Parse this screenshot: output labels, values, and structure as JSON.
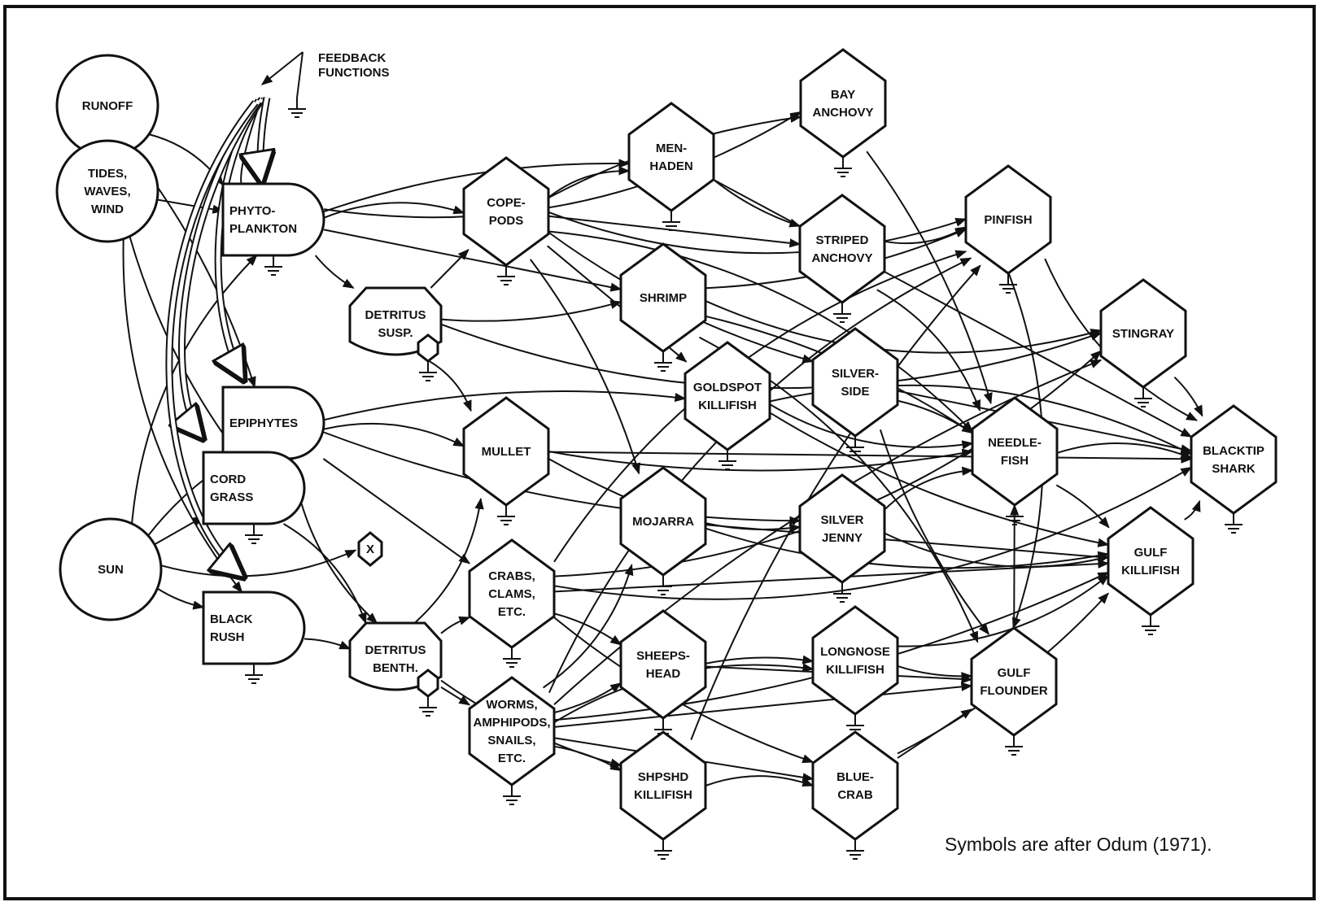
{
  "feedback_label": [
    "FEEDBACK",
    "FUNCTIONS"
  ],
  "caption": "Symbols are after Odum (1971).",
  "nodes": [
    {
      "id": "runoff",
      "shape": "circle",
      "lines": [
        "RUNOFF"
      ]
    },
    {
      "id": "tides",
      "shape": "circle",
      "lines": [
        "TIDES,",
        "WAVES,",
        "WIND"
      ]
    },
    {
      "id": "sun",
      "shape": "circle",
      "lines": [
        "SUN"
      ]
    },
    {
      "id": "phytoplankton",
      "shape": "producer",
      "lines": [
        "PHYTO-",
        "PLANKTON"
      ]
    },
    {
      "id": "epiphytes",
      "shape": "producer",
      "lines": [
        "EPIPHYTES"
      ]
    },
    {
      "id": "cordgrass",
      "shape": "producer",
      "lines": [
        "CORD",
        "GRASS"
      ]
    },
    {
      "id": "blackrush",
      "shape": "producer",
      "lines": [
        "BLACK",
        "RUSH"
      ]
    },
    {
      "id": "detritus_susp",
      "shape": "storage",
      "lines": [
        "DETRITUS",
        "SUSP."
      ]
    },
    {
      "id": "detritus_benth",
      "shape": "storage",
      "lines": [
        "DETRITUS",
        "BENTH."
      ]
    },
    {
      "id": "multiplier",
      "shape": "small-hex",
      "lines": [
        "X"
      ]
    },
    {
      "id": "copepods",
      "shape": "hex",
      "lines": [
        "COPE-",
        "PODS"
      ]
    },
    {
      "id": "menhaden",
      "shape": "hex",
      "lines": [
        "MEN-",
        "HADEN"
      ]
    },
    {
      "id": "bayanchovy",
      "shape": "hex",
      "lines": [
        "BAY",
        "ANCHOVY"
      ]
    },
    {
      "id": "shrimp",
      "shape": "hex",
      "lines": [
        "SHRIMP"
      ]
    },
    {
      "id": "stripedanchovy",
      "shape": "hex",
      "lines": [
        "STRIPED",
        "ANCHOVY"
      ]
    },
    {
      "id": "pinfish",
      "shape": "hex",
      "lines": [
        "PINFISH"
      ]
    },
    {
      "id": "stingray",
      "shape": "hex",
      "lines": [
        "STINGRAY"
      ]
    },
    {
      "id": "mullet",
      "shape": "hex",
      "lines": [
        "MULLET"
      ]
    },
    {
      "id": "goldspot",
      "shape": "hex",
      "lines": [
        "GOLDSPOT",
        "KILLIFISH"
      ]
    },
    {
      "id": "silverside",
      "shape": "hex",
      "lines": [
        "SILVER-",
        "SIDE"
      ]
    },
    {
      "id": "needlefish",
      "shape": "hex",
      "lines": [
        "NEEDLE-",
        "FISH"
      ]
    },
    {
      "id": "blacktip",
      "shape": "hex",
      "lines": [
        "BLACKTIP",
        "SHARK"
      ]
    },
    {
      "id": "mojarra",
      "shape": "hex",
      "lines": [
        "MOJARRA"
      ]
    },
    {
      "id": "silverjenny",
      "shape": "hex",
      "lines": [
        "SILVER",
        "JENNY"
      ]
    },
    {
      "id": "gulfkillifish",
      "shape": "hex",
      "lines": [
        "GULF",
        "KILLIFISH"
      ]
    },
    {
      "id": "crabs",
      "shape": "hex",
      "lines": [
        "CRABS,",
        "CLAMS,",
        "ETC."
      ]
    },
    {
      "id": "sheepshead",
      "shape": "hex",
      "lines": [
        "SHEEPS-",
        "HEAD"
      ]
    },
    {
      "id": "longnose",
      "shape": "hex",
      "lines": [
        "LONGNOSE",
        "KILLIFISH"
      ]
    },
    {
      "id": "gulfflounder",
      "shape": "hex",
      "lines": [
        "GULF",
        "FLOUNDER"
      ]
    },
    {
      "id": "worms",
      "shape": "hex",
      "lines": [
        "WORMS,",
        "AMPHIPODS,",
        "SNAILS,",
        "ETC."
      ]
    },
    {
      "id": "shpshd",
      "shape": "hex",
      "lines": [
        "SHPSHD",
        "KILLIFISH"
      ]
    },
    {
      "id": "bluecrab",
      "shape": "hex",
      "lines": [
        "BLUE-",
        "CRAB"
      ]
    }
  ],
  "edges": [
    [
      "runoff",
      "phytoplankton"
    ],
    [
      "runoff",
      "epiphytes"
    ],
    [
      "tides",
      "phytoplankton"
    ],
    [
      "tides",
      "cordgrass"
    ],
    [
      "tides",
      "blackrush"
    ],
    [
      "sun",
      "phytoplankton"
    ],
    [
      "sun",
      "epiphytes"
    ],
    [
      "sun",
      "cordgrass"
    ],
    [
      "sun",
      "blackrush"
    ],
    [
      "sun",
      "multiplier"
    ],
    [
      "phytoplankton",
      "copepods"
    ],
    [
      "phytoplankton",
      "menhaden"
    ],
    [
      "phytoplankton",
      "shrimp"
    ],
    [
      "phytoplankton",
      "detritus_susp"
    ],
    [
      "phytoplankton",
      "bayanchovy"
    ],
    [
      "epiphytes",
      "mullet"
    ],
    [
      "epiphytes",
      "goldspot"
    ],
    [
      "epiphytes",
      "crabs"
    ],
    [
      "epiphytes",
      "silverjenny"
    ],
    [
      "epiphytes",
      "detritus_benth"
    ],
    [
      "cordgrass",
      "detritus_benth"
    ],
    [
      "blackrush",
      "detritus_benth"
    ],
    [
      "detritus_susp",
      "copepods"
    ],
    [
      "detritus_susp",
      "shrimp"
    ],
    [
      "detritus_susp",
      "stingray"
    ],
    [
      "detritus_susp",
      "mullet"
    ],
    [
      "detritus_benth",
      "crabs"
    ],
    [
      "detritus_benth",
      "worms"
    ],
    [
      "detritus_benth",
      "shpshd"
    ],
    [
      "detritus_benth",
      "mullet"
    ],
    [
      "copepods",
      "menhaden"
    ],
    [
      "copepods",
      "bayanchovy"
    ],
    [
      "copepods",
      "stripedanchovy"
    ],
    [
      "copepods",
      "silverside"
    ],
    [
      "copepods",
      "pinfish"
    ],
    [
      "copepods",
      "needlefish"
    ],
    [
      "copepods",
      "mojarra"
    ],
    [
      "copepods",
      "goldspot"
    ],
    [
      "shrimp",
      "pinfish"
    ],
    [
      "shrimp",
      "stingray"
    ],
    [
      "shrimp",
      "gulfflounder"
    ],
    [
      "shrimp",
      "needlefish"
    ],
    [
      "mullet",
      "blacktip"
    ],
    [
      "mullet",
      "needlefish"
    ],
    [
      "crabs",
      "stingray"
    ],
    [
      "crabs",
      "pinfish"
    ],
    [
      "crabs",
      "sheepshead"
    ],
    [
      "crabs",
      "gulfkillifish"
    ],
    [
      "crabs",
      "bluecrab"
    ],
    [
      "crabs",
      "blacktip"
    ],
    [
      "worms",
      "pinfish"
    ],
    [
      "worms",
      "stingray"
    ],
    [
      "worms",
      "gulfflounder"
    ],
    [
      "worms",
      "sheepshead"
    ],
    [
      "worms",
      "mojarra"
    ],
    [
      "worms",
      "longnose"
    ],
    [
      "worms",
      "shpshd"
    ],
    [
      "worms",
      "bluecrab"
    ],
    [
      "worms",
      "gulfkillifish"
    ],
    [
      "goldspot",
      "needlefish"
    ],
    [
      "goldspot",
      "blacktip"
    ],
    [
      "silverside",
      "needlefish"
    ],
    [
      "silverside",
      "blacktip"
    ],
    [
      "silverside",
      "gulfflounder"
    ],
    [
      "stripedanchovy",
      "pinfish"
    ],
    [
      "stripedanchovy",
      "needlefish"
    ],
    [
      "bayanchovy",
      "needlefish"
    ],
    [
      "menhaden",
      "blacktip"
    ],
    [
      "menhaden",
      "stripedanchovy"
    ],
    [
      "pinfish",
      "blacktip"
    ],
    [
      "pinfish",
      "gulfflounder"
    ],
    [
      "stingray",
      "blacktip"
    ],
    [
      "mojarra",
      "gulfkillifish"
    ],
    [
      "mojarra",
      "silverjenny"
    ],
    [
      "silverjenny",
      "gulfkillifish"
    ],
    [
      "silverjenny",
      "needlefish"
    ],
    [
      "sheepshead",
      "longnose"
    ],
    [
      "sheepshead",
      "gulfflounder"
    ],
    [
      "longnose",
      "gulfflounder"
    ],
    [
      "longnose",
      "gulfkillifish"
    ],
    [
      "shpshd",
      "bluecrab"
    ],
    [
      "shpshd",
      "pinfish"
    ],
    [
      "bluecrab",
      "gulfflounder"
    ],
    [
      "bluecrab",
      "gulfkillifish"
    ],
    [
      "gulfkillifish",
      "blacktip"
    ],
    [
      "needlefish",
      "blacktip"
    ],
    [
      "needlefish",
      "gulfkillifish"
    ],
    [
      "gulfflounder",
      "needlefish"
    ],
    [
      "goldspot",
      "gulfkillifish"
    ],
    [
      "mullet",
      "gulfkillifish"
    ]
  ]
}
